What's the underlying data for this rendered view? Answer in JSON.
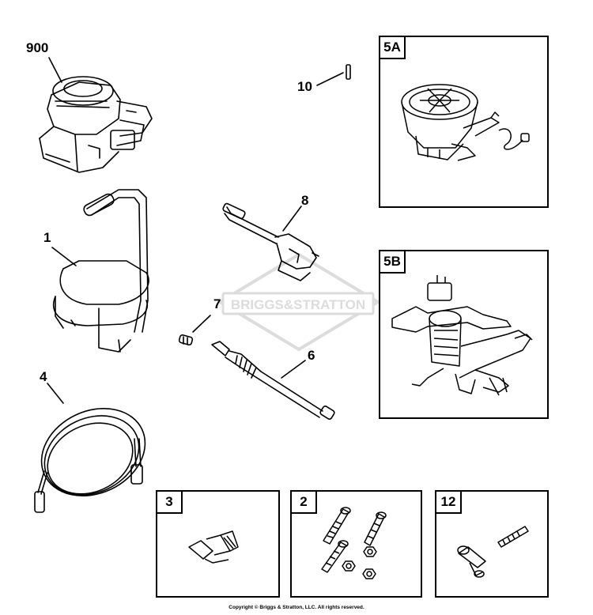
{
  "diagram": {
    "callouts": {
      "engine": "900",
      "pin": "10",
      "handle": "1",
      "spray_gun": "8",
      "nozzle": "7",
      "lance": "6",
      "hose": "4"
    },
    "boxes": {
      "pump_5a": "5A",
      "pump_5b": "5B",
      "inlet_3": "3",
      "hardware_2": "2",
      "fittings_12": "12"
    },
    "watermark": "BRIGGS&STRATTON",
    "copyright": "Copyright © Briggs & Stratton, LLC. All rights reserved."
  },
  "colors": {
    "line": "#000000",
    "watermark": "#d9d9d9"
  }
}
